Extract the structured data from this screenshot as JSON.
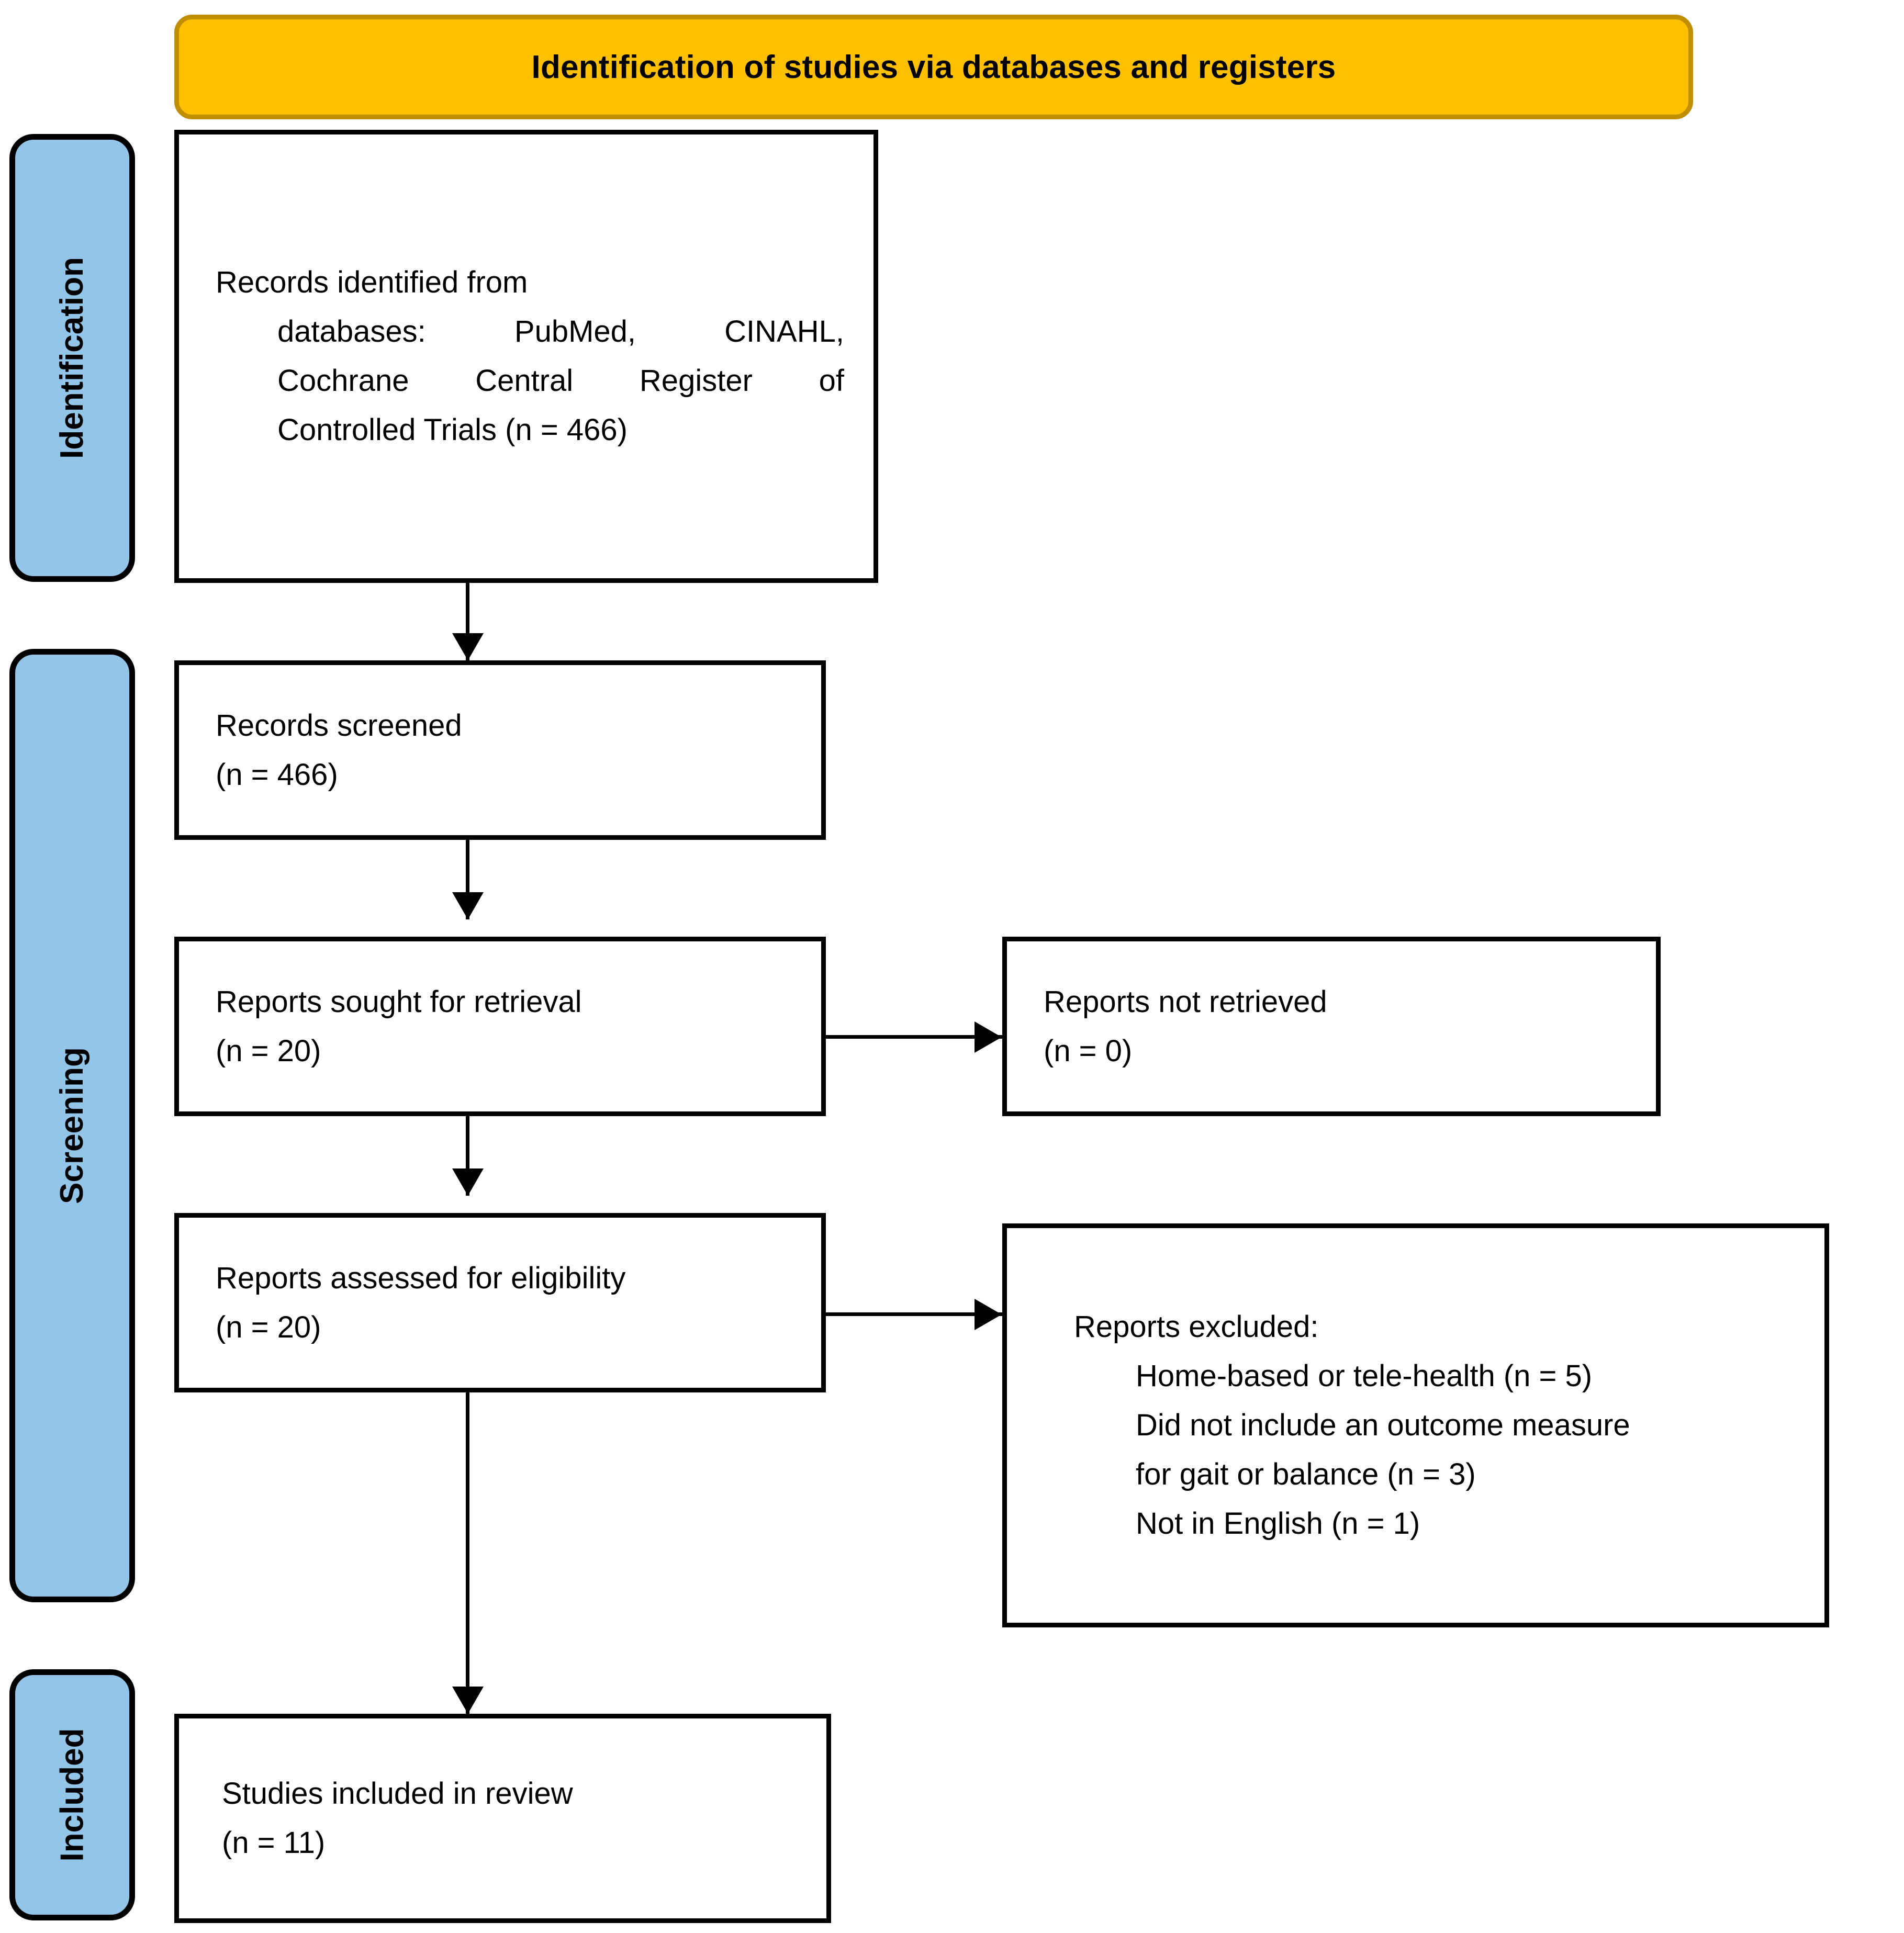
{
  "banner": {
    "title": "Identification of studies via databases and registers"
  },
  "stages": [
    {
      "id": "identification",
      "label": "Identification"
    },
    {
      "id": "screening",
      "label": "Screening"
    },
    {
      "id": "included",
      "label": "Included"
    }
  ],
  "boxes": {
    "records_identified": {
      "lines": [
        "Records identified from",
        "databases:  PubMed,  CINAHL,",
        "Cochrane  Central  Register  of",
        "Controlled Trials (n = 466)"
      ]
    },
    "records_screened": {
      "lines": [
        "Records screened",
        "(n = 466)"
      ]
    },
    "reports_sought": {
      "lines": [
        "Reports sought for retrieval",
        "(n = 20)"
      ]
    },
    "reports_not_retrieved": {
      "lines": [
        "Reports not retrieved",
        "(n = 0)"
      ]
    },
    "reports_assessed": {
      "lines": [
        "Reports assessed for eligibility",
        "(n = 20)"
      ]
    },
    "reports_excluded": {
      "heading": "Reports excluded:",
      "reasons": [
        "Home-based or tele-health (n = 5)",
        "Did not include an outcome measure",
        "for gait or balance (n = 3)",
        "Not in English (n = 1)"
      ]
    },
    "studies_included": {
      "lines": [
        "Studies included in review",
        "(n = 11)"
      ]
    }
  },
  "colors": {
    "banner_fill": "#FFC000",
    "banner_border": "#BF8F00",
    "stage_fill": "#92C5E8",
    "stage_border": "#000000",
    "box_border": "#000000",
    "connector": "#000000",
    "text": "#000000",
    "background": "#FFFFFF"
  }
}
